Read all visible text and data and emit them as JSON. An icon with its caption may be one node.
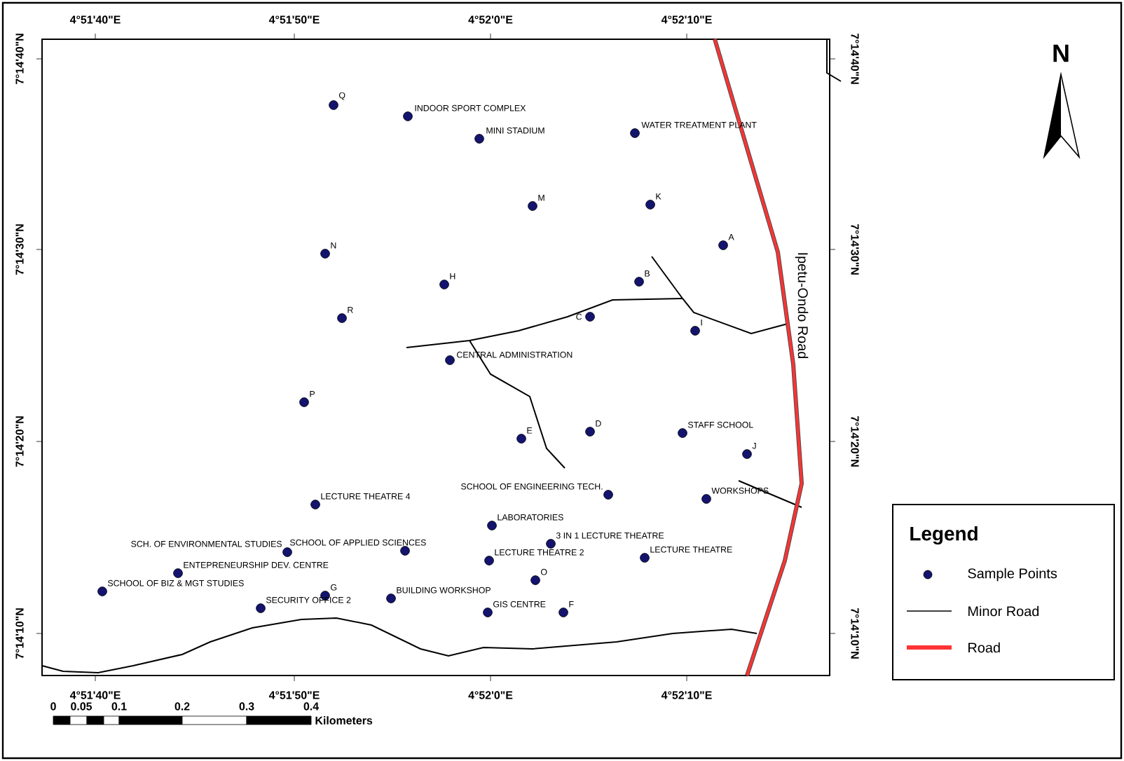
{
  "diagram": {
    "labels": [
      "4°51'40\"E",
      "4°51'50\"E",
      "4°52'0\"E",
      "4°52'10\"E",
      "7°14'40\"N",
      "7°14'40\"N",
      "N",
      "Q",
      "INDOOR SPORT COMPLEX",
      "WATER TREATMENT PLANT",
      "MINI STADIUM",
      "M",
      "K",
      "A",
      "N",
      "7°14'30\"N",
      "7°14'30\"N",
      "Ipetu-Ondo Road",
      "H",
      "B",
      "R",
      "C",
      "I",
      "CENTRAL ADMINISTRATION",
      "P",
      "D",
      "STAFF SCHOOL",
      "E",
      "J",
      "7°14'20\"N",
      "7°14'20\"N",
      "SCHOOL OF ENGINEERING TECH.",
      "WORKSHOPS",
      "LECTURE THEATRE 4",
      "LABORATORIES",
      "Legend",
      "3 IN 1 LECTURE THEATRE",
      "SCH. OF ENVIRONMENTAL STUDIES",
      "SCHOOL OF APPLIED SCIENCES",
      "LECTURE THEATRE 2",
      "LECTURE THEATRE",
      "ENTEPRENEURSHIP DEV. CENTRE",
      "O",
      "SCHOOL OF BIZ & MGT STUDIES",
      "G",
      "BUILDING WORKSHOP",
      "SECURITY OFFICE 2",
      "GIS CENTRE",
      "F",
      "7°14'10\"N",
      "7°14'10\"N",
      "4°51'40\"E",
      "4°51'50\"E",
      "4°52'0\"E",
      "4°52'10\"E",
      "0",
      "0.05",
      "0.1",
      "0.2",
      "0.3",
      "0.4",
      "Kilometers"
    ],
    "legend": [
      {
        "text": "Sample Points"
      },
      {
        "text": "Minor Road"
      },
      {
        "text": "Road"
      }
    ]
  }
}
